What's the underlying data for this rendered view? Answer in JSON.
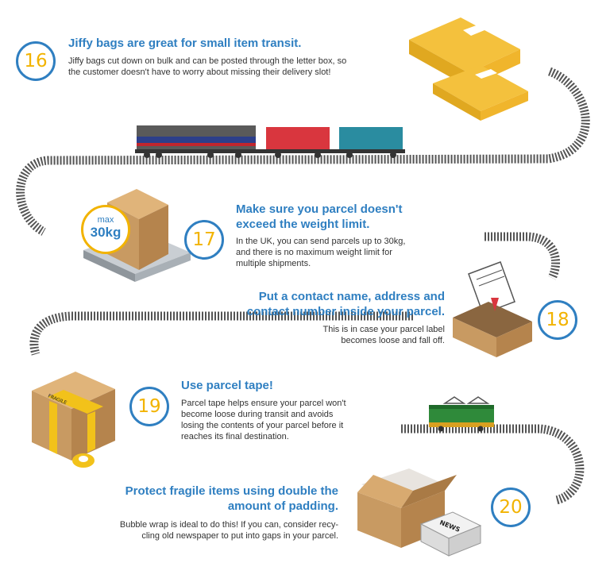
{
  "steps": [
    {
      "number": "16",
      "heading": "Jiffy bags are great for small item transit.",
      "body": [
        "Jiffy bags cut down on bulk and can be posted through the letter box, so",
        "the customer doesn't have to worry about missing their delivery slot!"
      ]
    },
    {
      "number": "17",
      "heading": [
        "Make sure you parcel doesn't",
        "exceed the weight limit."
      ],
      "body": [
        "In the UK, you can send parcels up to 30kg,",
        "and there is no maximum weight limit for",
        "multiple shipments."
      ]
    },
    {
      "number": "18",
      "heading": [
        "Put a contact name, address and",
        "contact number inside your parcel."
      ],
      "body": [
        "This is in case your parcel label",
        "becomes loose and fall off."
      ]
    },
    {
      "number": "19",
      "heading": "Use parcel tape!",
      "body": [
        "Parcel tape helps ensure your parcel won't",
        "become loose during transit and avoids",
        "losing the contents of your parcel before it",
        "reaches its final destination."
      ]
    },
    {
      "number": "20",
      "heading": [
        "Protect fragile items using double the",
        "amount of padding."
      ],
      "body": [
        "Bubble wrap is ideal to do this! If you can, consider recy-",
        "cling old newspaper to put into gaps in your parcel."
      ]
    }
  ],
  "scale_tag": {
    "line1": "max",
    "line2": "30kg"
  },
  "box_labels": {
    "fragile": "FRAGILE",
    "news": "NEWS"
  },
  "colors": {
    "accent_blue": "#2f7fc1",
    "accent_yellow": "#f2b300",
    "track": "#555555",
    "cardboard": "#c89a62"
  },
  "icons": [
    "jiffy-bag-icon",
    "freight-train-icon",
    "parcel-scale-icon",
    "open-box-label-icon",
    "taped-box-icon",
    "tape-roll-icon",
    "small-train-icon",
    "padding-box-icon",
    "newspaper-icon"
  ]
}
